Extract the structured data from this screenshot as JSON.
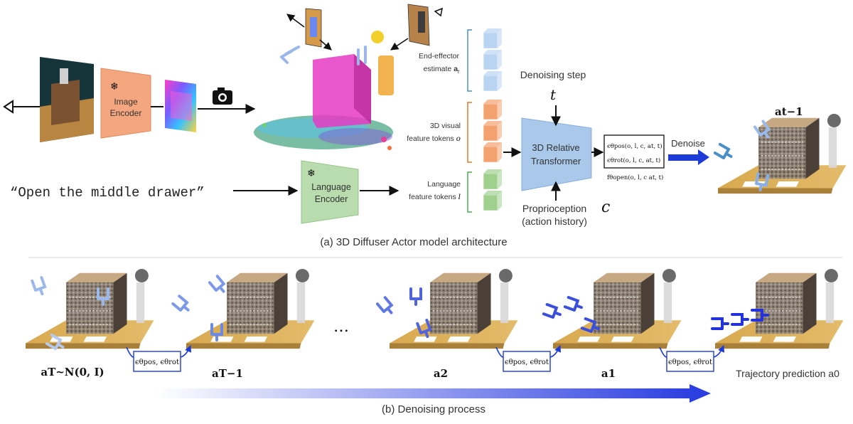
{
  "top": {
    "image_encoder": "Image\nEncoder",
    "language_encoder": "Language\nEncoder",
    "instruction": "“Open the middle drawer”",
    "ee_label_1": "End-effector",
    "ee_label_2": "estimate ",
    "ee_symbol": "a",
    "ee_sub": "t",
    "visual_label_1": "3D visual",
    "visual_label_2": "feature tokens ",
    "visual_symbol": "o",
    "lang_label_1": "Language",
    "lang_label_2": "feature tokens ",
    "lang_symbol": "l",
    "transformer_1": "3D Relative",
    "transformer_2": "Transformer",
    "denoising_step": "Denoising step",
    "t_symbol": "t",
    "proprio_1": "Proprioception",
    "proprio_2": "(action history)",
    "c_symbol": "c",
    "eps_pos": "ϵθpos(o, l, c, at, t)",
    "eps_rot": "ϵθrot(o, l, c, at, t)",
    "f_open": "fθopen(o, l, c at, t)",
    "denoise": "Denoise",
    "a_t_minus_1": "at−1",
    "caption": "(a) 3D Diffuser Actor model architecture"
  },
  "bottom": {
    "labels": [
      "aT~N(0, I)",
      "aT−1",
      "…",
      "a2",
      "a1",
      "Trajectory prediction a0"
    ],
    "step_box": "ϵθpos, ϵθrot",
    "caption": "(b) Denoising process"
  },
  "colors": {
    "image_encoder": "#f4a67f",
    "language_encoder": "#b8dcae",
    "transformer": "#a9c8ea",
    "ee_cube": "#b9d4f1",
    "visual_cube": "#f4a170",
    "lang_cube": "#9fd08e",
    "gripper_blue": "#2233dd",
    "gripper_light": "#9bb8ea",
    "wood": "#c9a055",
    "bracket_blue": "#4a90c8",
    "bracket_orange": "#e07a2e",
    "bracket_green": "#4caf50"
  }
}
